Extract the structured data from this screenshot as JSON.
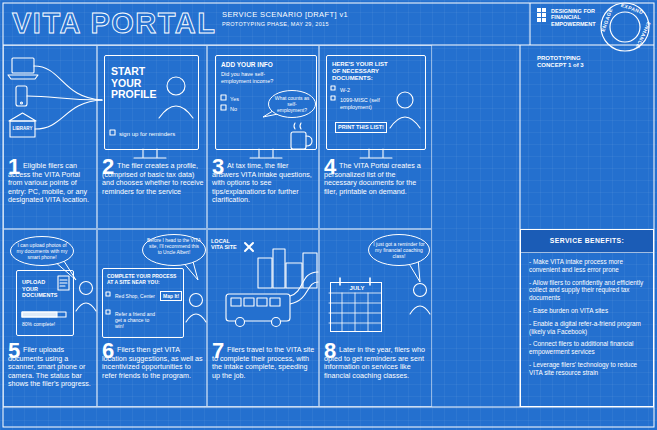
{
  "diagram": {
    "title": "VITA PORTAL",
    "nodes": [
      {
        "text": [
          "1",
          "Eligible filers can access the VITA Portal from various points of entry: PC, mobile, or any designated VITA location."
        ]
      },
      {
        "text": [
          "2",
          "The filer creates a profile, (comprised of basic tax data) and chooses whether to receive reminders for the service"
        ]
      },
      {
        "text": [
          "START YOUR PROFILE",
          "sign up for reminders"
        ],
        "in": 1
      },
      {
        "text": [
          "3",
          "At tax time, the filer answers VITA intake questions, with options to see tips/explanations for further clarification."
        ]
      },
      {
        "text": [
          "ADD YOUR INFO",
          "Did you have self-employment income?",
          "Yes",
          "No"
        ],
        "in": 3
      },
      {
        "text": [
          "What counts as self-employment?"
        ],
        "in": 4
      },
      {
        "text": [
          "4",
          "The VITA Portal creates a personalized list of the necessary documents for the filer, printable on demand."
        ]
      },
      {
        "text": [
          "HERE'S YOUR LIST OF NECESSARY DOCUMENTS:",
          "W-2",
          "1099-MISC (self employment)",
          "PRINT THIS LIST!"
        ],
        "in": 6
      },
      {
        "text": [
          "5",
          "Filer uploads documents using a scanner, smart phone or camera. The status bar shows the filer's progress."
        ]
      },
      {
        "text": [
          "I can upload photos of my documents with my smart phone!"
        ],
        "in": 8
      },
      {
        "text": [
          "UPLOAD YOUR DOCUMENTS",
          "80% complete!"
        ],
        "in": 8
      },
      {
        "text": [
          "6",
          "Filers then get VITA location suggestions, as well as incentivized opportunities to refer friends to the program."
        ]
      },
      {
        "text": [
          "Before I head to the VITA site, I'll recommend this to Uncle Albert!"
        ],
        "in": 11
      },
      {
        "text": [
          "COMPLETE YOUR PROCESS AT A SITE NEAR YOU:",
          "Red Shop, Center",
          "Map It!",
          "Refer a friend and get a chance to win!"
        ],
        "in": 11
      },
      {
        "text": [
          "7",
          "Filers travel to the VITA site to complete their process, with the intake complete, speeding up the job."
        ]
      },
      {
        "text": [
          "8",
          "Later in the year, filers who opted to get reminders are sent information on services like financial coaching classes."
        ]
      },
      {
        "text": [
          "I just got a reminder for my financial coaching class!"
        ],
        "in": 15
      },
      {
        "text": [
          "JULY"
        ],
        "in": 15
      },
      {
        "text": [
          "SERVICE BENEFITS:",
          "- Make VITA intake process more convenient and less error prone",
          "- Allow filers to confidently and efficiently collect and supply their required tax documents",
          "- Ease burden on VITA sites",
          "- Enable a digital refer-a-friend program (likely via Facebook)",
          "- Connect filers to additional financial empowerment services",
          "- Leverage filers' technology to reduce VITA site resource strain"
        ]
      }
    ],
    "labels": [
      "SERVICE SCENARIO [DRAFT] v1",
      "PROTOTYPING PHASE, MAY 29, 2015",
      "DESIGNING FOR FINANCIAL EMPOWERMENT",
      "EXPAND",
      "ENHANCE",
      "ENGAGE",
      "PROTOTYPING CONCEPT 1 of 3",
      "LIBRARY",
      "LOCAL VITA SITE"
    ]
  }
}
